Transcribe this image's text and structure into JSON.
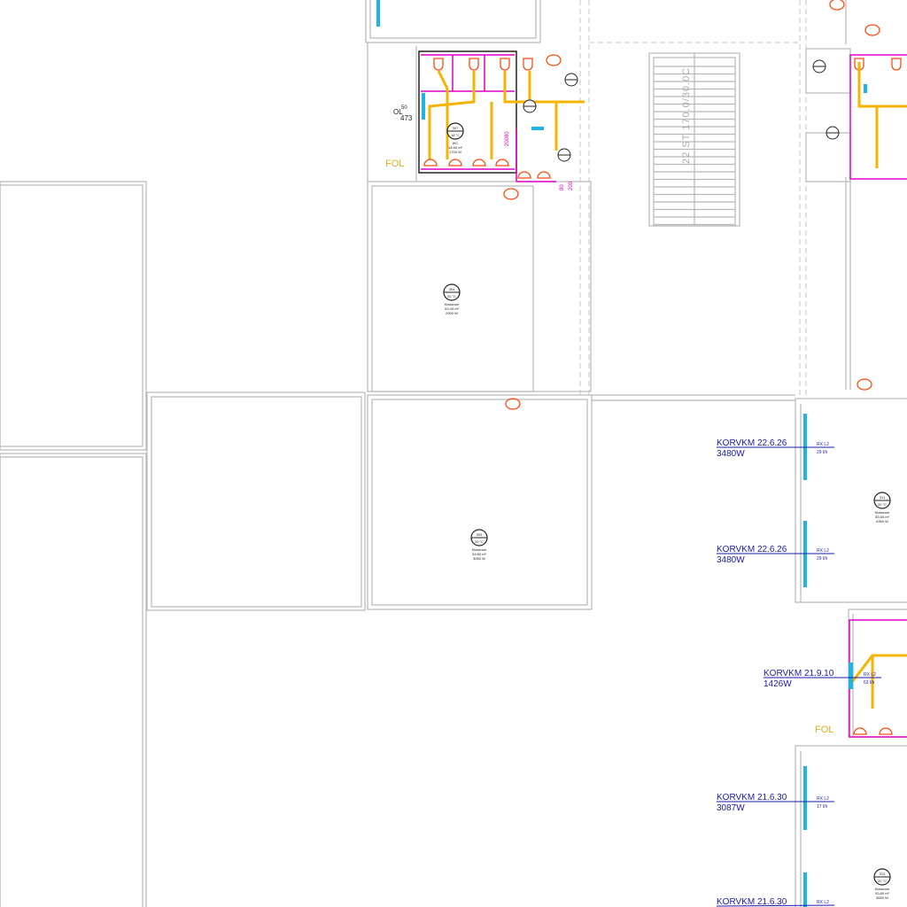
{
  "drawing": {
    "stair_label": "22 ST 170.0/30.0C",
    "level_mark": {
      "top": "50",
      "label": "OL",
      "value": "473"
    },
    "fol_labels": [
      "FOL",
      "FOL"
    ],
    "radiators": [
      {
        "id": "KORVKM 22.6.26",
        "power": "3480W",
        "unit": "RX L2",
        "flow": "29 l/h"
      },
      {
        "id": "KORVKM 22.6.26",
        "power": "3480W",
        "unit": "RX L2",
        "flow": "29 l/h"
      },
      {
        "id": "KORVKM 21.9.10",
        "power": "1426W",
        "unit": "RX L2",
        "flow": "63 l/h"
      },
      {
        "id": "KORVKM 21.6.30",
        "power": "3087W",
        "unit": "RX L2",
        "flow": "17 l/h"
      },
      {
        "id": "KORVKM 21.6.30",
        "power": "",
        "unit": "RX L2",
        "flow": ""
      }
    ],
    "rooms": [
      {
        "num": "304",
        "temp": "20 °C",
        "name": "Klassrum",
        "area": "53.40 m²",
        "power": "2900 W"
      },
      {
        "num": "303",
        "temp": "20 °C",
        "name": "Klassrum",
        "area": "53.60 m²",
        "power": "3050 W"
      },
      {
        "num": "307",
        "temp": "18 °C",
        "name": "WC",
        "area": "18.50 m²",
        "power": "1700 W"
      },
      {
        "num": "311",
        "temp": "20 °C",
        "name": "Klassrum",
        "area": "53.60 m²",
        "power": "6350 W"
      },
      {
        "num": "313",
        "temp": "20 °C",
        "name": "Klassrum",
        "area": "53.60 m²",
        "power": "5650 W"
      }
    ],
    "door_widths": [
      "80",
      "200",
      "80",
      "200"
    ]
  }
}
